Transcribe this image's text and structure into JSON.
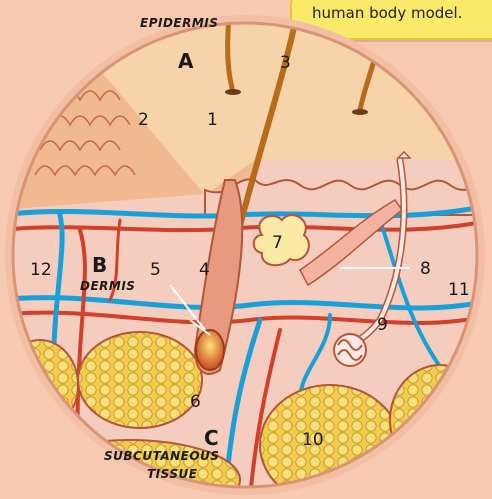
{
  "caption_note": "human body model.",
  "layers": [
    {
      "letter": "A",
      "name": "EPIDERMIS"
    },
    {
      "letter": "B",
      "name": "DERMIS"
    },
    {
      "letter": "C",
      "name": "SUBCUTANEOUS TISSUE",
      "name_line1": "SUBCUTANEOUS",
      "name_line2": "TISSUE"
    }
  ],
  "numbers": [
    "1",
    "2",
    "3",
    "4",
    "5",
    "6",
    "7",
    "8",
    "9",
    "10",
    "11",
    "12"
  ],
  "colors": {
    "background": "#f7c9b0",
    "epidermis": "#f6d3a8",
    "dermis": "#f5cdbf",
    "stratum": "#f2b98f",
    "vein": "#1aa0d8",
    "artery": "#d0402b",
    "fat": "#f4d05a",
    "hair": "#b86b18",
    "outline": "#b2553a"
  }
}
